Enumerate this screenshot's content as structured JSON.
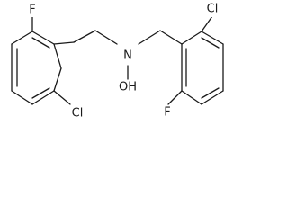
{
  "molecule": {
    "labels": {
      "f_left": "F",
      "cl_left": "Cl",
      "n": "N",
      "oh": "OH",
      "cl_right": "Cl",
      "f_right": "F"
    }
  },
  "colors": {
    "bond": "#1a1a1a",
    "label": "#1a1a1a",
    "background": "#ffffff"
  }
}
